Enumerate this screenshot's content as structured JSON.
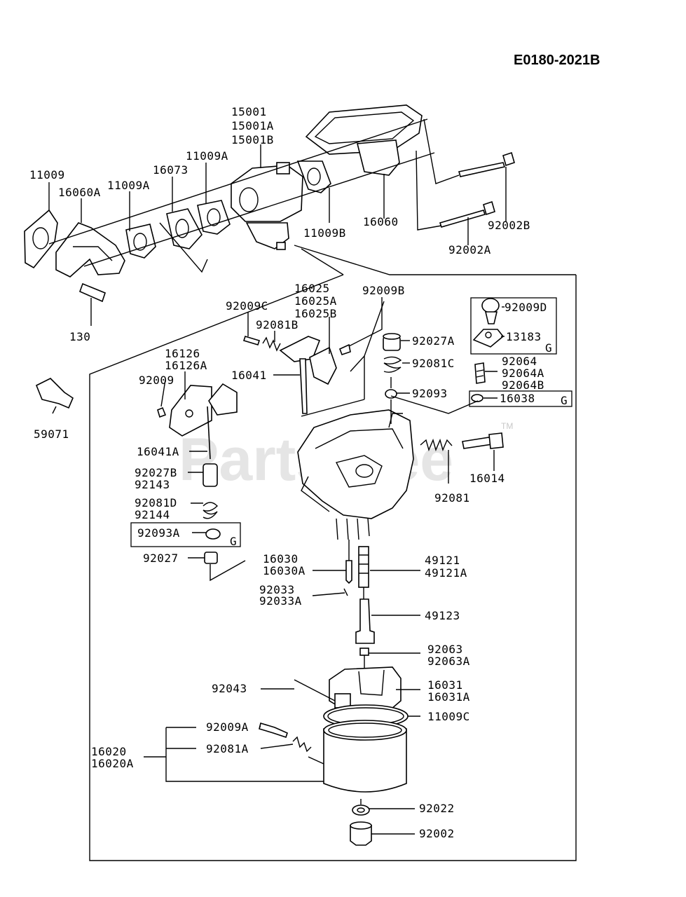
{
  "diagram_code": "E0180-2021B",
  "watermark": "PartsTree",
  "watermark_tm": "TM",
  "group_mark": "G",
  "labels": {
    "l15001": "15001",
    "l15001A": "15001A",
    "l15001B": "15001B",
    "l11009": "11009",
    "l16060A": "16060A",
    "l11009A_1": "11009A",
    "l16073": "16073",
    "l11009A_2": "11009A",
    "l11009B": "11009B",
    "l16060": "16060",
    "l92002B": "92002B",
    "l92002A": "92002A",
    "l130": "130",
    "l16025": "16025",
    "l16025A": "16025A",
    "l16025B": "16025B",
    "l92009B": "92009B",
    "l92009C": "92009C",
    "l92081B": "92081B",
    "l16041": "16041",
    "l92009D": "92009D",
    "l13183": "13183",
    "l92027A": "92027A",
    "l92081C": "92081C",
    "l92064": "92064",
    "l92064A": "92064A",
    "l92064B": "92064B",
    "l92093": "92093",
    "l16038": "16038",
    "l16126": "16126",
    "l16126A": "16126A",
    "l92009": "92009",
    "l59071": "59071",
    "l16041A": "16041A",
    "l92027B": "92027B",
    "l92143": "92143",
    "l92081D": "92081D",
    "l92144": "92144",
    "l92093A": "92093A",
    "l92027": "92027",
    "l92081": "92081",
    "l16014": "16014",
    "l16030": "16030",
    "l16030A": "16030A",
    "l49121": "49121",
    "l49121A": "49121A",
    "l92033": "92033",
    "l92033A": "92033A",
    "l49123": "49123",
    "l92063": "92063",
    "l92063A": "92063A",
    "l92043": "92043",
    "l16031": "16031",
    "l16031A": "16031A",
    "l11009C": "11009C",
    "l92009A": "92009A",
    "l16020": "16020",
    "l16020A": "16020A",
    "l92081A": "92081A",
    "l92022": "92022",
    "l92002": "92002"
  }
}
